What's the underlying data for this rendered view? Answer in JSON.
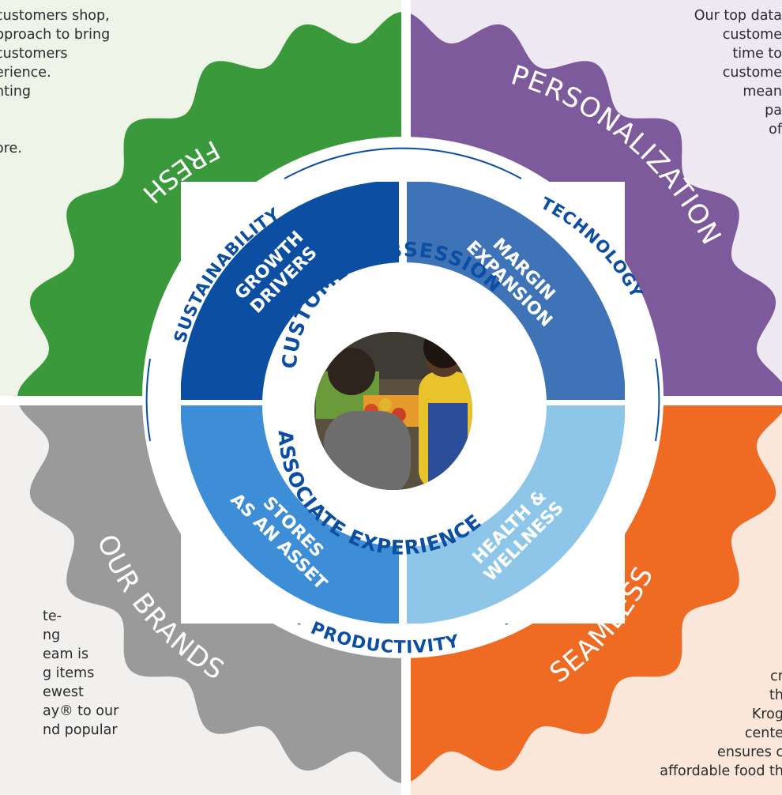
{
  "quadrants": {
    "fresh": {
      "label": "FRESH",
      "color": "#3a9a3b",
      "bg": "#eef4e8",
      "text_lines": [
        "customers shop,",
        "pproach to bring",
        "customers",
        "erience.",
        "nting",
        ",",
        "",
        "ore."
      ]
    },
    "personalization": {
      "label": "PERSONALIZATION",
      "color": "#7d5a9b",
      "bg": "#ede8f2",
      "text_lines": [
        "Our top data",
        "custome",
        "time to",
        "custome",
        "mean",
        "pa",
        "of"
      ]
    },
    "our_brands": {
      "label": "OUR BRANDS",
      "color": "#9a9a9a",
      "bg": "#f1f0ee",
      "text_lines": [
        "te-",
        "ng",
        "eam is",
        "g items",
        "ewest",
        "ay® to our",
        "nd popular"
      ]
    },
    "seamless": {
      "label": "SEAMLESS",
      "color": "#ef6a22",
      "bg": "#fbe7da",
      "text_lines": [
        "cr",
        "th",
        "Krog",
        "cente",
        "ensures c",
        "affordable food th"
      ]
    }
  },
  "ring": {
    "top_right": "TECHNOLOGY",
    "top_left": "SUSTAINABILITY",
    "bottom": "PRODUCTIVITY"
  },
  "inner": {
    "growth_drivers": [
      "GROWTH",
      "DRIVERS"
    ],
    "margin_expansion": [
      "MARGIN",
      "EXPANSION"
    ],
    "stores_asset": [
      "STORES",
      "AS AN ASSET"
    ],
    "health_wellness": [
      "HEALTH &",
      "WELLNESS"
    ],
    "colors": {
      "growth": "#0b4ea2",
      "margin": "#3f73b8",
      "stores": "#3d8ed6",
      "health": "#8ec6ea",
      "ring_text": "#0b4ea2"
    }
  },
  "core": {
    "top_text": "CUSTOMER OBSESSION",
    "bottom_text": "ASSOCIATE EXPERIENCE"
  }
}
